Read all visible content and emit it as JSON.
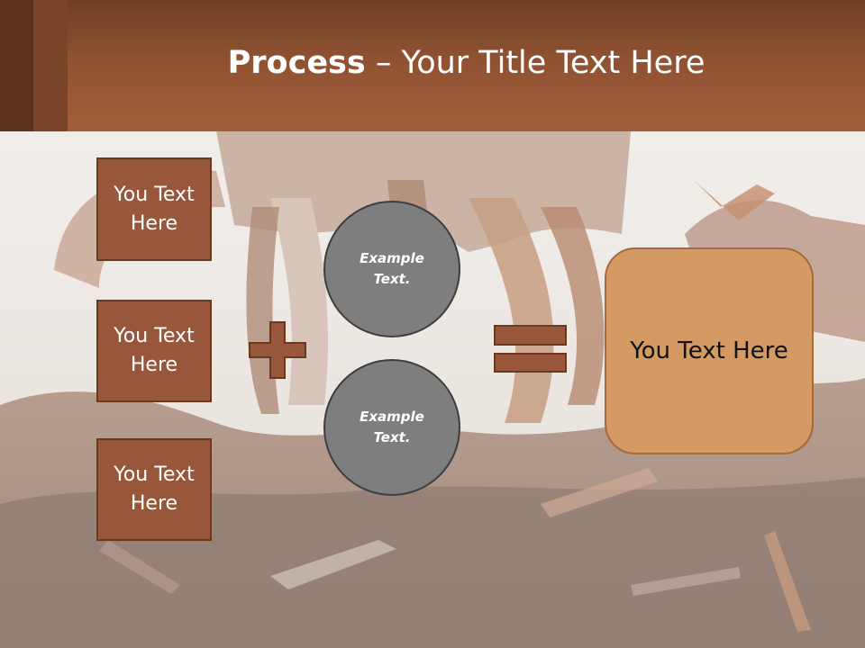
{
  "slide": {
    "title_bold": "Process",
    "title_rest": " – Your Title Text Here"
  },
  "left_boxes": [
    {
      "label": "You Text\nHere"
    },
    {
      "label": "You Text\nHere"
    },
    {
      "label": "You Text\nHere"
    }
  ],
  "circles": [
    {
      "label": "Example\nText."
    },
    {
      "label": "Example\nText."
    }
  ],
  "operators": {
    "plus": "plus-icon",
    "equals": "equals-icon"
  },
  "result_box": {
    "label": "You Text Here"
  },
  "colors": {
    "header": "#a25e3a",
    "box_fill": "#98573a",
    "circle_fill": "#7e7e7e",
    "result_fill": "#d49a63"
  }
}
